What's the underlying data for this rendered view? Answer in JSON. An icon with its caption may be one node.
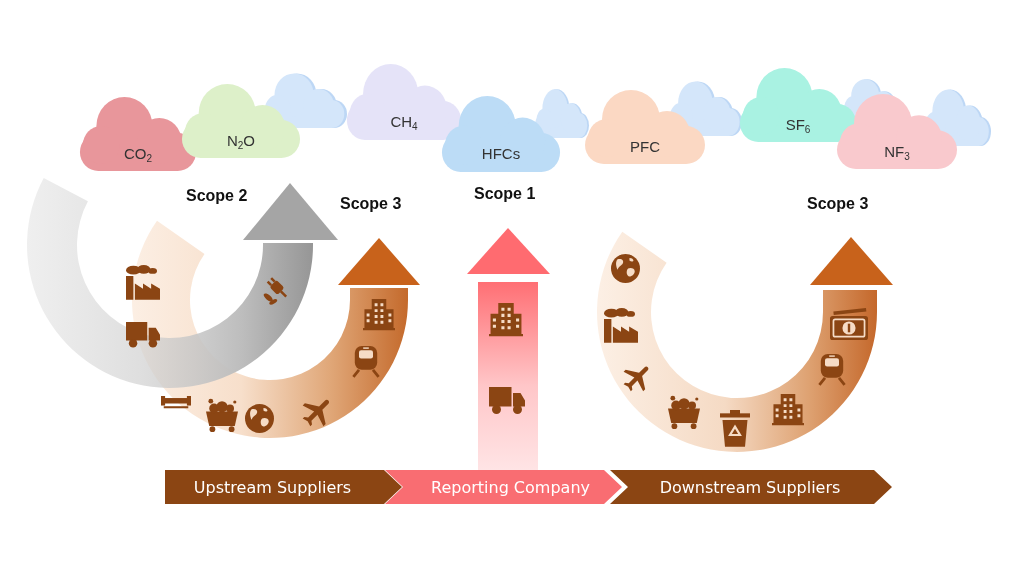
{
  "diagram": {
    "nodes": [
      {
        "text": [
          "CO$_{2}$"
        ]
      },
      {
        "text": [
          "N$_{2}$O"
        ]
      },
      {
        "text": [],
        "shape": "cloud"
      },
      {
        "text": [
          "CH$_{4}$"
        ]
      },
      {
        "text": [
          "HFCs"
        ]
      },
      {
        "text": [],
        "shape": "cloud"
      },
      {
        "text": [
          "PFC"
        ]
      },
      {
        "text": [],
        "shape": "cloud"
      },
      {
        "text": [
          "SF$_{6}$"
        ]
      },
      {
        "text": [],
        "shape": "cloud"
      },
      {
        "text": [
          "NF$_{3}$"
        ]
      },
      {
        "text": [],
        "shape": "cloud"
      },
      {
        "text": [
          "Scope 2"
        ]
      },
      {
        "text": [
          "Scope 3"
        ]
      },
      {
        "text": [
          "Scope 1"
        ]
      },
      {
        "text": [
          "Scope 3"
        ]
      },
      {
        "text": [
          "Upstream Suppliers"
        ]
      },
      {
        "text": [
          "Reporting Company"
        ]
      },
      {
        "text": [
          "Downstream Suppliers"
        ]
      }
    ]
  }
}
